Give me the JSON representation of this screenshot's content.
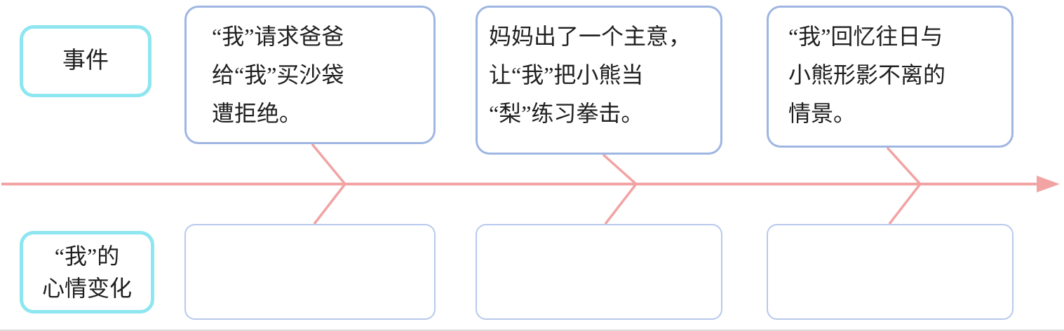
{
  "diagram": {
    "row_labels": {
      "events": "事件",
      "mood": "“我”的\n心情变化"
    },
    "events": [
      {
        "text": "“我”请求爸爸\n给“我”买沙袋\n遭拒绝。"
      },
      {
        "text": "妈妈出了一个主意，\n让“我”把小熊当\n“梨”练习拳击。"
      },
      {
        "text": "“我”回忆往日与\n小熊形影不离的\n情景。"
      }
    ],
    "mood_boxes": [
      "",
      "",
      ""
    ],
    "colors": {
      "ink": "#1f1f1f",
      "timeline": "#f2a3a3",
      "label_border": "#8de6f0",
      "event_border": "#9fb6e2",
      "answer_border": "#b7c9ec"
    }
  }
}
